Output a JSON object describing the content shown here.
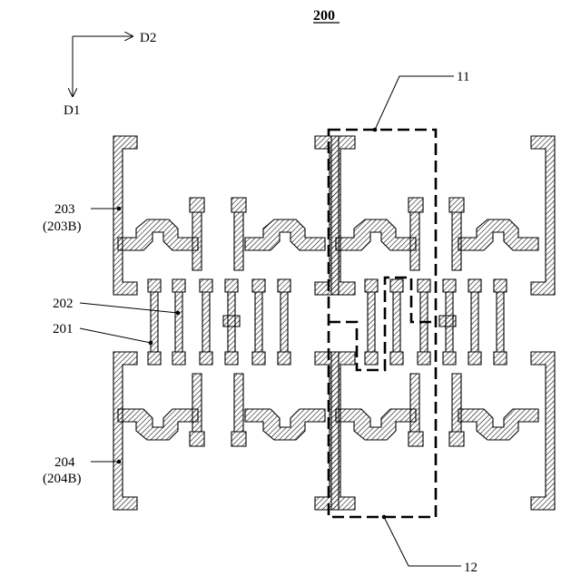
{
  "figure": {
    "number": "200",
    "arrows": {
      "horizontal_label": "D2",
      "vertical_label": "D1"
    }
  },
  "callouts": {
    "c11": "11",
    "c12": "12",
    "c201": "201",
    "c202": "202",
    "c203": "203",
    "c203b": "(203B)",
    "c204": "204",
    "c204b": "(204B)"
  },
  "colors": {
    "line": "#000000",
    "hatch": "#000000",
    "background": "#ffffff"
  }
}
